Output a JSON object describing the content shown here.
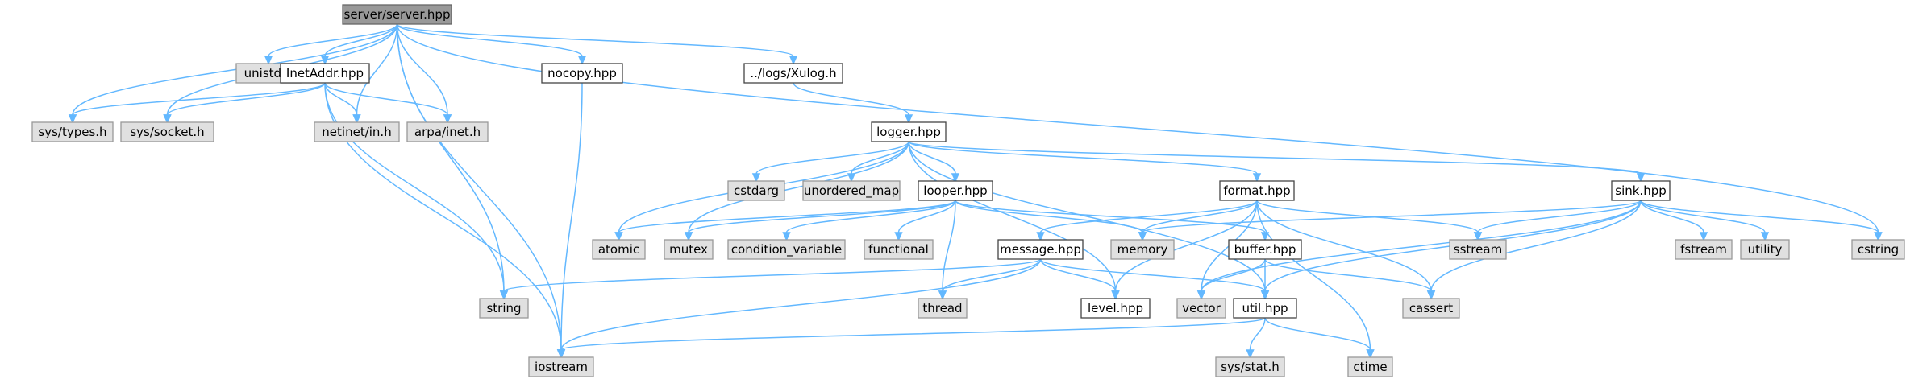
{
  "colors": {
    "root_fill": "#999999",
    "root_stroke": "#666666",
    "file_fill": "#ffffff",
    "file_stroke": "#444444",
    "system_fill": "#e0e0e0",
    "system_stroke": "#999999",
    "edge": "#63b8ff"
  },
  "nodes": [
    {
      "id": "server_hpp",
      "label": "server/server.hpp",
      "kind": "root"
    },
    {
      "id": "unistd_h",
      "label": "unistd.h",
      "kind": "system"
    },
    {
      "id": "inetaddr_hpp",
      "label": "InetAddr.hpp",
      "kind": "file"
    },
    {
      "id": "nocopy_hpp",
      "label": "nocopy.hpp",
      "kind": "file"
    },
    {
      "id": "xulog_h",
      "label": "../logs/Xulog.h",
      "kind": "file"
    },
    {
      "id": "sys_types_h",
      "label": "sys/types.h",
      "kind": "system"
    },
    {
      "id": "sys_socket_h",
      "label": "sys/socket.h",
      "kind": "system"
    },
    {
      "id": "netinet_in_h",
      "label": "netinet/in.h",
      "kind": "system"
    },
    {
      "id": "arpa_inet_h",
      "label": "arpa/inet.h",
      "kind": "system"
    },
    {
      "id": "logger_hpp",
      "label": "logger.hpp",
      "kind": "file"
    },
    {
      "id": "cstdarg",
      "label": "cstdarg",
      "kind": "system"
    },
    {
      "id": "unordered_map",
      "label": "unordered_map",
      "kind": "system"
    },
    {
      "id": "looper_hpp",
      "label": "looper.hpp",
      "kind": "file"
    },
    {
      "id": "format_hpp",
      "label": "format.hpp",
      "kind": "file"
    },
    {
      "id": "sink_hpp",
      "label": "sink.hpp",
      "kind": "file"
    },
    {
      "id": "atomic",
      "label": "atomic",
      "kind": "system"
    },
    {
      "id": "mutex",
      "label": "mutex",
      "kind": "system"
    },
    {
      "id": "condition_variable",
      "label": "condition_variable",
      "kind": "system"
    },
    {
      "id": "functional",
      "label": "functional",
      "kind": "system"
    },
    {
      "id": "memory",
      "label": "memory",
      "kind": "system"
    },
    {
      "id": "sstream",
      "label": "sstream",
      "kind": "system"
    },
    {
      "id": "fstream",
      "label": "fstream",
      "kind": "system"
    },
    {
      "id": "utility",
      "label": "utility",
      "kind": "system"
    },
    {
      "id": "cstring",
      "label": "cstring",
      "kind": "system"
    },
    {
      "id": "message_hpp",
      "label": "message.hpp",
      "kind": "file"
    },
    {
      "id": "buffer_hpp",
      "label": "buffer.hpp",
      "kind": "file"
    },
    {
      "id": "string",
      "label": "string",
      "kind": "system"
    },
    {
      "id": "thread",
      "label": "thread",
      "kind": "system"
    },
    {
      "id": "level_hpp",
      "label": "level.hpp",
      "kind": "file"
    },
    {
      "id": "vector",
      "label": "vector",
      "kind": "system"
    },
    {
      "id": "util_hpp",
      "label": "util.hpp",
      "kind": "file"
    },
    {
      "id": "cassert",
      "label": "cassert",
      "kind": "system"
    },
    {
      "id": "iostream",
      "label": "iostream",
      "kind": "system"
    },
    {
      "id": "sys_stat_h",
      "label": "sys/stat.h",
      "kind": "system"
    },
    {
      "id": "ctime",
      "label": "ctime",
      "kind": "system"
    }
  ],
  "edges": [
    [
      "server_hpp",
      "iostream"
    ],
    [
      "server_hpp",
      "sys_types_h"
    ],
    [
      "server_hpp",
      "sys_socket_h"
    ],
    [
      "server_hpp",
      "unistd_h"
    ],
    [
      "server_hpp",
      "inetaddr_hpp"
    ],
    [
      "server_hpp",
      "netinet_in_h"
    ],
    [
      "server_hpp",
      "arpa_inet_h"
    ],
    [
      "server_hpp",
      "string"
    ],
    [
      "server_hpp",
      "nocopy_hpp"
    ],
    [
      "server_hpp",
      "xulog_h"
    ],
    [
      "server_hpp",
      "cstring"
    ],
    [
      "inetaddr_hpp",
      "sys_types_h"
    ],
    [
      "inetaddr_hpp",
      "sys_socket_h"
    ],
    [
      "inetaddr_hpp",
      "netinet_in_h"
    ],
    [
      "inetaddr_hpp",
      "arpa_inet_h"
    ],
    [
      "inetaddr_hpp",
      "string"
    ],
    [
      "inetaddr_hpp",
      "iostream"
    ],
    [
      "nocopy_hpp",
      "iostream"
    ],
    [
      "xulog_h",
      "logger_hpp"
    ],
    [
      "logger_hpp",
      "atomic"
    ],
    [
      "logger_hpp",
      "mutex"
    ],
    [
      "logger_hpp",
      "cstdarg"
    ],
    [
      "logger_hpp",
      "unordered_map"
    ],
    [
      "logger_hpp",
      "looper_hpp"
    ],
    [
      "logger_hpp",
      "level_hpp"
    ],
    [
      "logger_hpp",
      "format_hpp"
    ],
    [
      "logger_hpp",
      "sink_hpp"
    ],
    [
      "logger_hpp",
      "util_hpp"
    ],
    [
      "looper_hpp",
      "atomic"
    ],
    [
      "looper_hpp",
      "mutex"
    ],
    [
      "looper_hpp",
      "condition_variable"
    ],
    [
      "looper_hpp",
      "functional"
    ],
    [
      "looper_hpp",
      "thread"
    ],
    [
      "looper_hpp",
      "memory"
    ],
    [
      "looper_hpp",
      "buffer_hpp"
    ],
    [
      "format_hpp",
      "message_hpp"
    ],
    [
      "format_hpp",
      "level_hpp"
    ],
    [
      "format_hpp",
      "vector"
    ],
    [
      "format_hpp",
      "memory"
    ],
    [
      "format_hpp",
      "sstream"
    ],
    [
      "format_hpp",
      "cassert"
    ],
    [
      "format_hpp",
      "ctime"
    ],
    [
      "sink_hpp",
      "memory"
    ],
    [
      "sink_hpp",
      "sstream"
    ],
    [
      "sink_hpp",
      "fstream"
    ],
    [
      "sink_hpp",
      "utility"
    ],
    [
      "sink_hpp",
      "cstring"
    ],
    [
      "sink_hpp",
      "cassert"
    ],
    [
      "sink_hpp",
      "util_hpp"
    ],
    [
      "sink_hpp",
      "vector"
    ],
    [
      "message_hpp",
      "string"
    ],
    [
      "message_hpp",
      "thread"
    ],
    [
      "message_hpp",
      "level_hpp"
    ],
    [
      "message_hpp",
      "util_hpp"
    ],
    [
      "message_hpp",
      "iostream"
    ],
    [
      "buffer_hpp",
      "vector"
    ],
    [
      "buffer_hpp",
      "cassert"
    ],
    [
      "buffer_hpp",
      "util_hpp"
    ],
    [
      "util_hpp",
      "iostream"
    ],
    [
      "util_hpp",
      "sys_stat_h"
    ],
    [
      "util_hpp",
      "ctime"
    ]
  ]
}
